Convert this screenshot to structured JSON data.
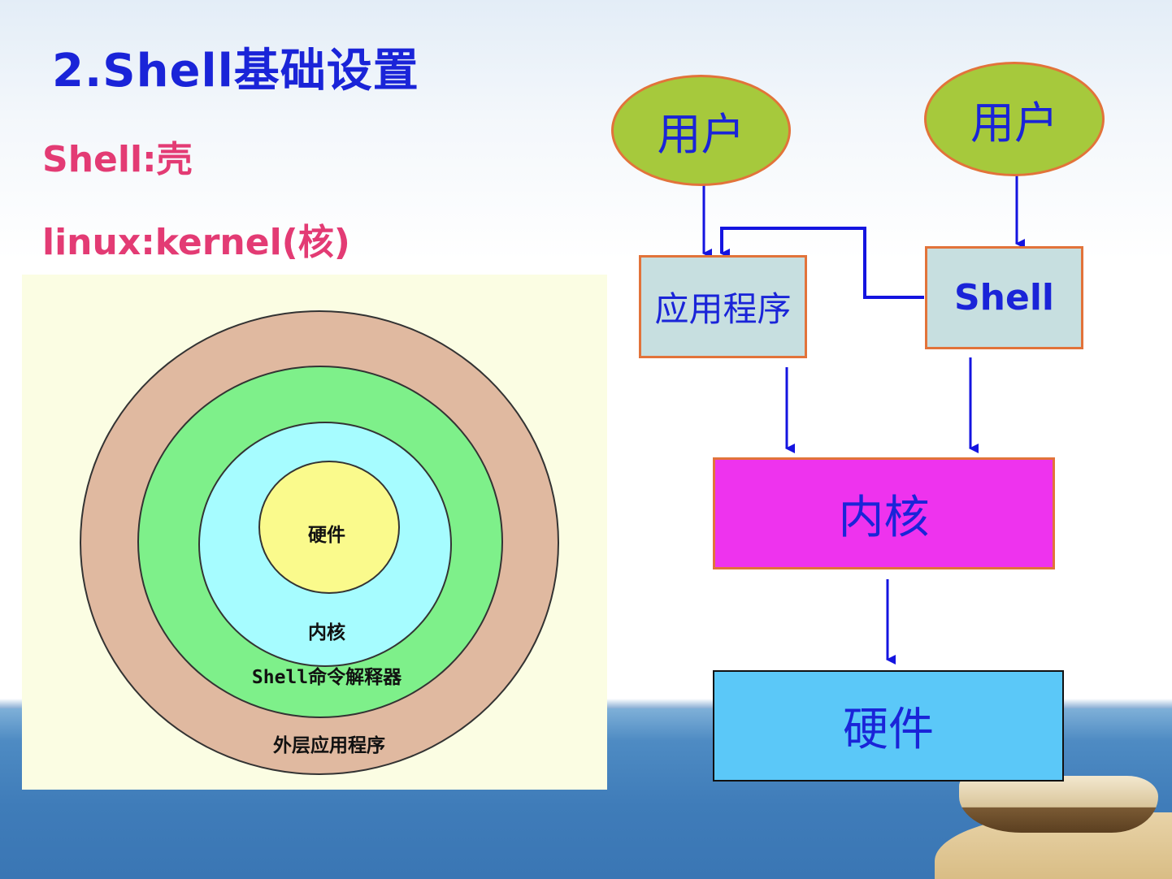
{
  "title": "2.Shell基础设置",
  "definitions": {
    "shell": "Shell:壳",
    "linux": "linux:kernel(核)"
  },
  "onion": {
    "hardware": "硬件",
    "kernel": "内核",
    "shell": "Shell命令解释器",
    "apps": "外层应用程序",
    "colors": {
      "apps": "#e0b9a0",
      "shell": "#7ef08a",
      "kernel": "#a6fcff",
      "hardware": "#fafa8c"
    }
  },
  "flow": {
    "user_left": "用户",
    "user_right": "用户",
    "app": "应用程序",
    "shell": "Shell",
    "kernel": "内核",
    "hardware": "硬件",
    "arrow_color": "#1414e0"
  }
}
